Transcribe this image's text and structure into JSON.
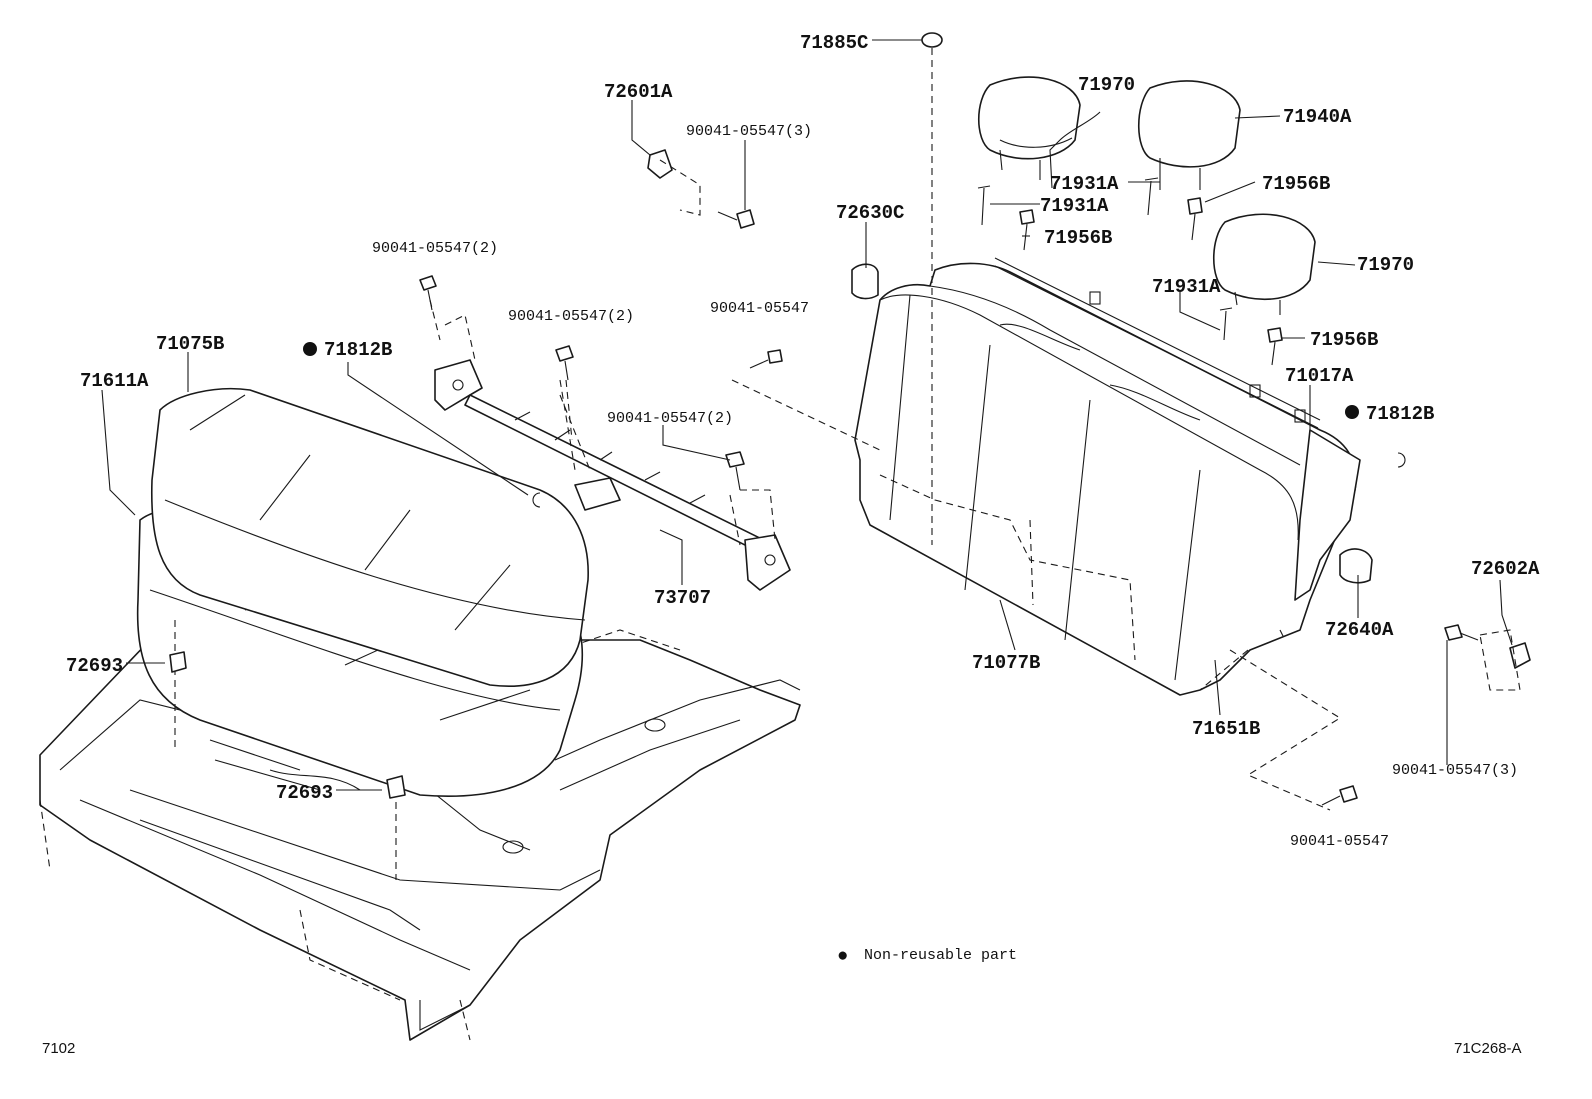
{
  "labels": {
    "p71885C": "71885C",
    "p72601A": "72601A",
    "p90041_3a": "90041-05547(3)",
    "p71970a": "71970",
    "p71940A": "71940A",
    "p71931A_a": "71931A",
    "p71931A_b": "71931A",
    "p71956B_a": "71956B",
    "p71956B_b": "71956B",
    "p72630C": "72630C",
    "p90041_2a": "90041-05547(2)",
    "p90041_2b": "90041-05547(2)",
    "p90041_a": "90041-05547",
    "p71970b": "71970",
    "p71931A_c": "71931A",
    "p71956B_c": "71956B",
    "p71075B": "71075B",
    "p71812B_a": "71812B",
    "p71611A": "71611A",
    "p90041_2c": "90041-05547(2)",
    "p71017A": "71017A",
    "p71812B_b": "71812B",
    "p72602A": "72602A",
    "p72640A": "72640A",
    "p73707": "73707",
    "p71077B": "71077B",
    "p72693a": "72693",
    "p72693b": "72693",
    "p71651B": "71651B",
    "p90041_3b": "90041-05547(3)",
    "p90041_b": "90041-05547"
  },
  "legend": {
    "marker": "●",
    "text": "Non-reusable part"
  },
  "footer": {
    "left_code": "7102",
    "right_code": "71C268-A"
  },
  "colors": {
    "ink": "#1a1a1a",
    "background": "#ffffff"
  }
}
